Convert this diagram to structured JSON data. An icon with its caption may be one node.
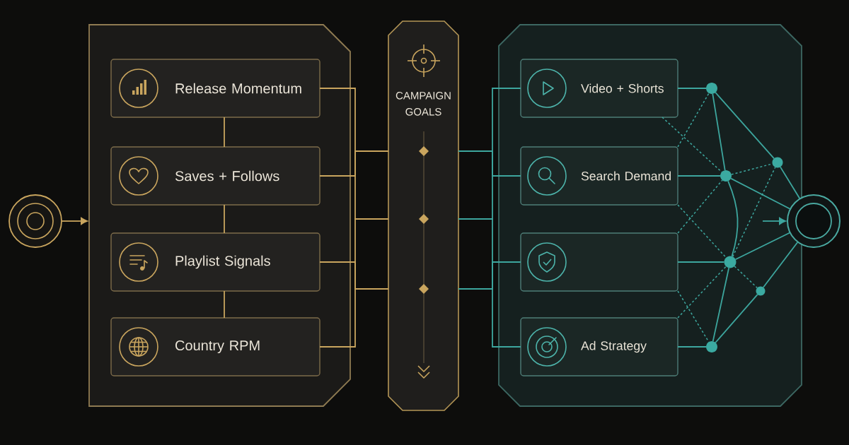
{
  "diagram": {
    "nodes": [
      {
        "text": [],
        "shape": "circle"
      },
      {
        "text": [],
        "shape": "box"
      },
      {
        "text": [
          "Release Momentum"
        ],
        "in": 1
      },
      {
        "text": [
          "Saves + Follows"
        ],
        "in": 1
      },
      {
        "text": [
          "Playlist Signals"
        ],
        "in": 1
      },
      {
        "text": [
          "Country RPM"
        ],
        "in": 1
      },
      {
        "text": [
          "CAMPAIGN GOALS"
        ]
      },
      {
        "text": [],
        "shape": "box"
      },
      {
        "text": [
          "Video + Shorts"
        ],
        "in": 7
      },
      {
        "text": [
          "Search Demand"
        ],
        "in": 7
      },
      {
        "text": [],
        "shape": "box",
        "in": 7
      },
      {
        "text": [
          "Ad Strategy"
        ],
        "in": 7
      },
      {
        "text": [],
        "shape": "circle",
        "in": 7
      },
      {
        "text": [],
        "shape": "circle",
        "in": 7
      },
      {
        "text": [],
        "shape": "circle",
        "in": 7
      },
      {
        "text": [],
        "shape": "circle",
        "in": 7
      },
      {
        "text": [],
        "shape": "circle",
        "in": 7
      },
      {
        "text": [],
        "shape": "circle",
        "in": 7
      },
      {
        "text": [],
        "shape": "circle"
      }
    ],
    "edges": [
      {
        "from": 0,
        "to": 1,
        "arrow": "to",
        "color": "#c9a55e"
      },
      {
        "from": 2,
        "to": 3,
        "arrow": "none",
        "color": "#c9a55e"
      },
      {
        "from": 3,
        "to": 4,
        "arrow": "none",
        "color": "#c9a55e"
      },
      {
        "from": 4,
        "to": 5,
        "arrow": "none",
        "color": "#c9a55e"
      },
      {
        "from": 2,
        "to": 6,
        "arrow": "none",
        "color": "#c9a55e"
      },
      {
        "from": 3,
        "to": 6,
        "arrow": "none",
        "color": "#c9a55e"
      },
      {
        "from": 4,
        "to": 6,
        "arrow": "none",
        "color": "#c9a55e"
      },
      {
        "from": 5,
        "to": 6,
        "arrow": "none",
        "color": "#c9a55e"
      },
      {
        "from": 6,
        "to": 8,
        "arrow": "none"
      },
      {
        "from": 6,
        "to": 9,
        "arrow": "none"
      },
      {
        "from": 6,
        "to": 10,
        "arrow": "none"
      },
      {
        "from": 6,
        "to": 11,
        "arrow": "none"
      },
      {
        "from": 8,
        "to": 12,
        "arrow": "none"
      },
      {
        "from": 9,
        "to": 13,
        "arrow": "none"
      },
      {
        "from": 10,
        "to": 14,
        "arrow": "none"
      },
      {
        "from": 11,
        "to": 15,
        "arrow": "none"
      },
      {
        "from": 8,
        "to": 13,
        "arrow": "none",
        "style": "dashed"
      },
      {
        "from": 9,
        "to": 12,
        "arrow": "none",
        "style": "dashed"
      },
      {
        "from": 9,
        "to": 14,
        "arrow": "none",
        "style": "dashed"
      },
      {
        "from": 10,
        "to": 13,
        "arrow": "none",
        "style": "dashed"
      },
      {
        "from": 10,
        "to": 15,
        "arrow": "none",
        "style": "dashed"
      },
      {
        "from": 11,
        "to": 14,
        "arrow": "none",
        "style": "dashed"
      },
      {
        "from": 12,
        "to": 13,
        "arrow": "none"
      },
      {
        "from": 12,
        "to": 16,
        "arrow": "none"
      },
      {
        "from": 13,
        "to": 14,
        "arrow": "none"
      },
      {
        "from": 13,
        "to": 16,
        "arrow": "none",
        "style": "dashed"
      },
      {
        "from": 13,
        "to": 18,
        "arrow": "none"
      },
      {
        "from": 16,
        "to": 18,
        "arrow": "none"
      },
      {
        "from": 14,
        "to": 16,
        "arrow": "none",
        "style": "dashed"
      },
      {
        "from": 14,
        "to": 18,
        "arrow": "none"
      },
      {
        "from": 14,
        "to": 17,
        "arrow": "none",
        "style": "dashed"
      },
      {
        "from": 14,
        "to": 15,
        "arrow": "none"
      },
      {
        "from": 15,
        "to": 17,
        "arrow": "none"
      },
      {
        "from": 17,
        "to": 18,
        "arrow": "none"
      },
      {
        "from": null,
        "to": 18,
        "arrow": "to"
      }
    ]
  }
}
